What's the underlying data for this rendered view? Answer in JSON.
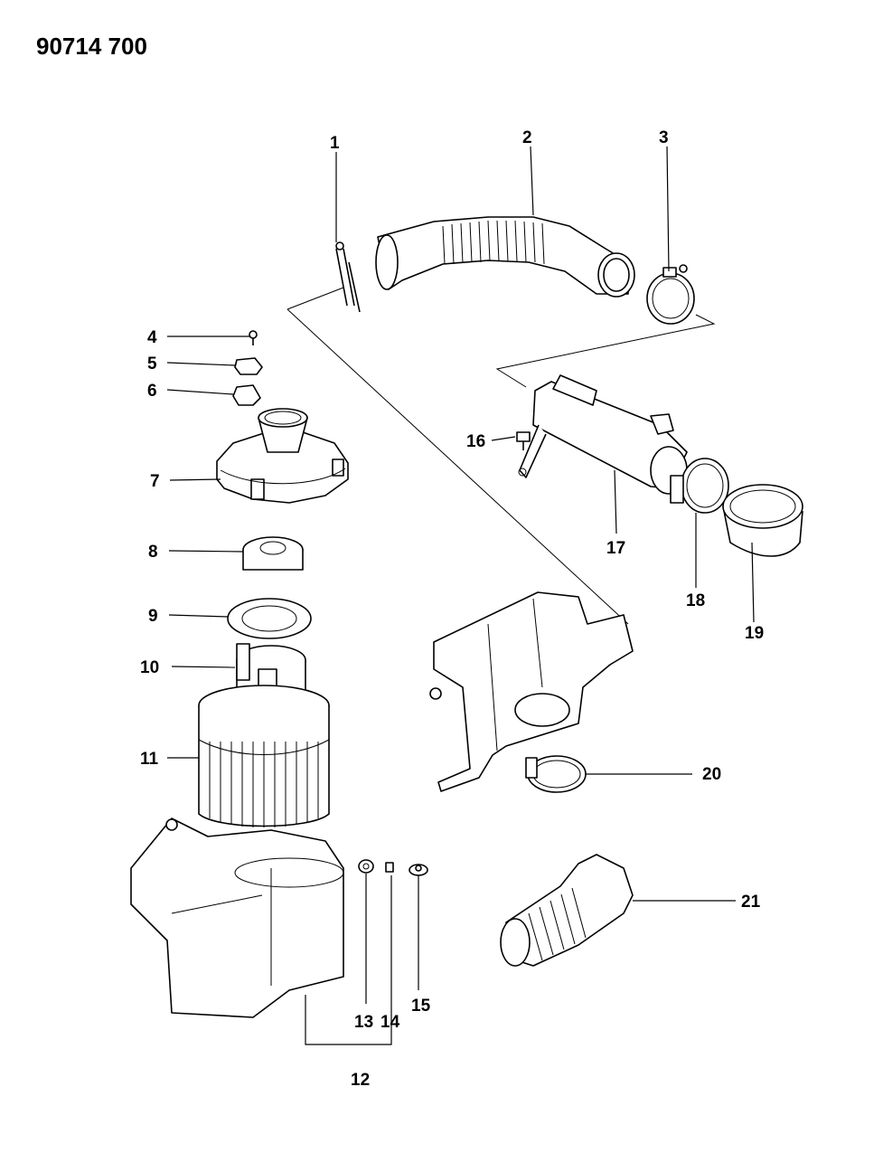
{
  "document": {
    "id": "90714 700"
  },
  "callouts": [
    "1",
    "2",
    "3",
    "4",
    "5",
    "6",
    "7",
    "8",
    "9",
    "10",
    "11",
    "12",
    "13",
    "14",
    "15",
    "16",
    "17",
    "18",
    "19",
    "20",
    "21"
  ],
  "colors": {
    "ink": "#000000",
    "paper": "#ffffff"
  }
}
